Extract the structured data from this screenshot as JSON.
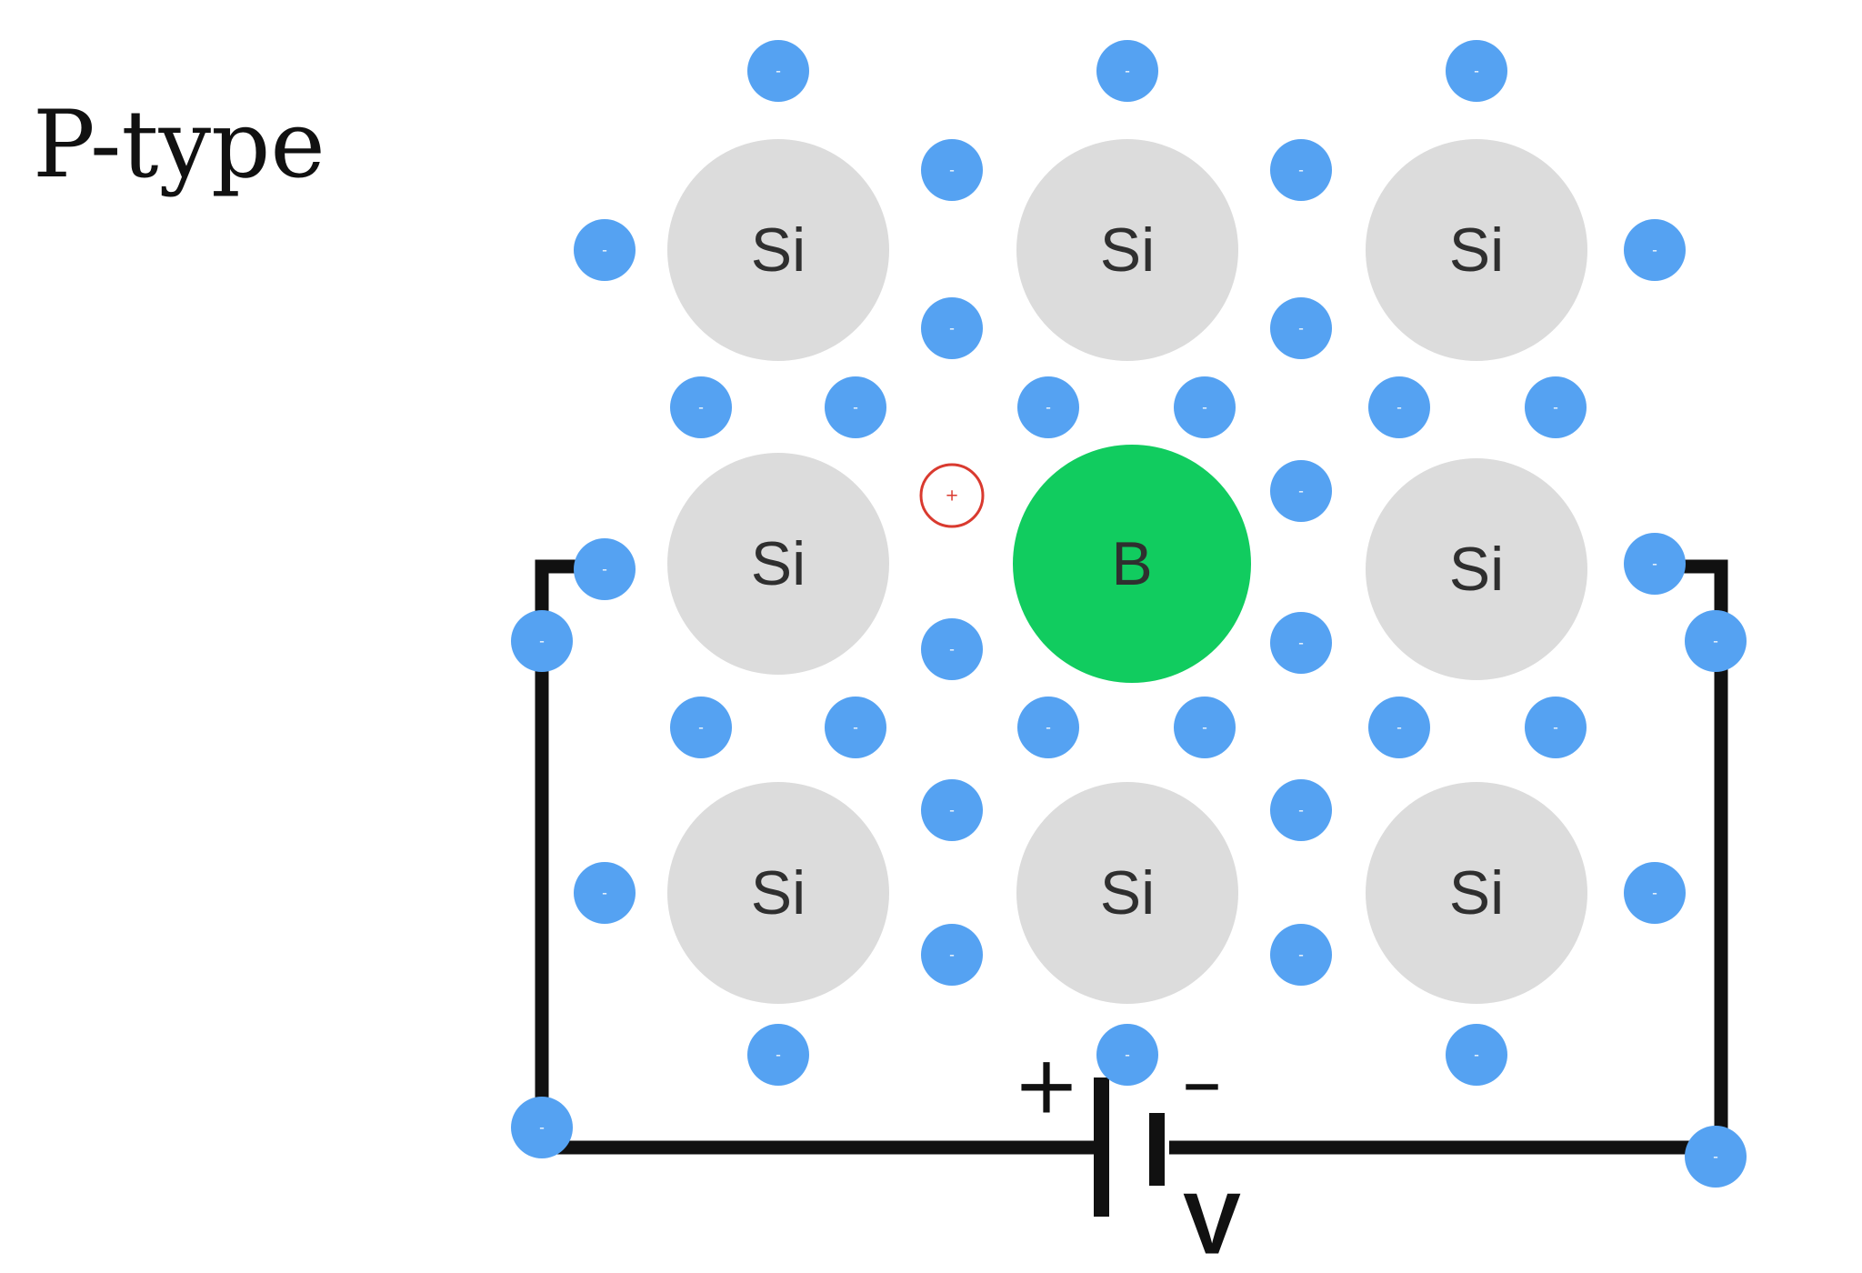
{
  "title": "P-type",
  "atoms": [
    {
      "id": "si-1",
      "label": "Si"
    },
    {
      "id": "si-2",
      "label": "Si"
    },
    {
      "id": "si-3",
      "label": "Si"
    },
    {
      "id": "si-4",
      "label": "Si"
    },
    {
      "id": "b-1",
      "label": "B"
    },
    {
      "id": "si-5",
      "label": "Si"
    },
    {
      "id": "si-6",
      "label": "Si"
    },
    {
      "id": "si-7",
      "label": "Si"
    },
    {
      "id": "si-8",
      "label": "Si"
    }
  ],
  "electron_sign": "-",
  "hole_sign": "+",
  "battery": {
    "positive_sign": "+",
    "negative_sign": "–",
    "label": "V"
  },
  "colors": {
    "silicon": "#dcdcdc",
    "boron": "#11cc5f",
    "electron": "#55a2f2",
    "hole": "#d93a2f",
    "wire": "#111111"
  }
}
